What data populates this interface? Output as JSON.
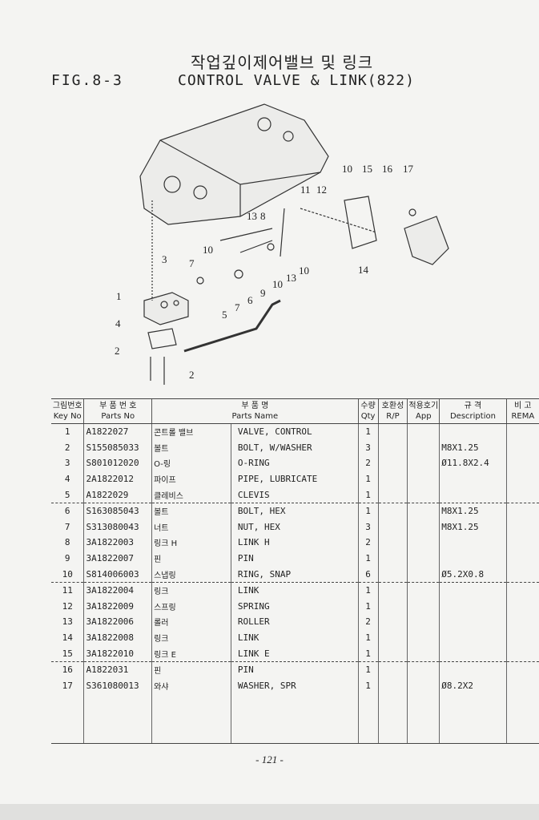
{
  "header": {
    "title_kr": "작업깊이제어밸브 및 링크",
    "fig_label": "FIG.8-3",
    "title_en": "CONTROL VALVE & LINK(822)"
  },
  "diagram": {
    "callouts": [
      "10",
      "15",
      "16",
      "17",
      "11",
      "12",
      "13",
      "8",
      "10",
      "3",
      "7",
      "10",
      "13",
      "10",
      "14",
      "1",
      "5",
      "7",
      "6",
      "9",
      "4",
      "2",
      "2"
    ]
  },
  "table": {
    "headers": [
      {
        "kr": "그림번호",
        "en": "Key No"
      },
      {
        "kr": "부 품 번 호",
        "en": "Parts No"
      },
      {
        "kr": "",
        "en": ""
      },
      {
        "kr": "부 품 명",
        "en": "Parts Name"
      },
      {
        "kr": "수량",
        "en": "Qty"
      },
      {
        "kr": "호환성",
        "en": "R/P"
      },
      {
        "kr": "적용호기",
        "en": "App"
      },
      {
        "kr": "규 격",
        "en": "Description"
      },
      {
        "kr": "비 고",
        "en": "REMA"
      }
    ],
    "rows": [
      {
        "key": "1",
        "part_no": "A1822027",
        "name_kr": "콘트롤 밸브",
        "name": "VALVE, CONTROL",
        "qty": "1",
        "desc": ""
      },
      {
        "key": "2",
        "part_no": "S155085033",
        "name_kr": "볼트",
        "name": "BOLT, W/WASHER",
        "qty": "3",
        "desc": "M8X1.25"
      },
      {
        "key": "3",
        "part_no": "S801012020",
        "name_kr": "O-링",
        "name": "O-RING",
        "qty": "2",
        "desc": "Ø11.8X2.4"
      },
      {
        "key": "4",
        "part_no": "2A1822012",
        "name_kr": "파이프",
        "name": "PIPE, LUBRICATE",
        "qty": "1",
        "desc": ""
      },
      {
        "key": "5",
        "part_no": "A1822029",
        "name_kr": "클레비스",
        "name": "CLEVIS",
        "qty": "1",
        "desc": ""
      },
      {
        "key": "6",
        "part_no": "S163085043",
        "name_kr": "볼트",
        "name": "BOLT, HEX",
        "qty": "1",
        "desc": "M8X1.25"
      },
      {
        "key": "7",
        "part_no": "S313080043",
        "name_kr": "너트",
        "name": "NUT, HEX",
        "qty": "3",
        "desc": "M8X1.25"
      },
      {
        "key": "8",
        "part_no": "3A1822003",
        "name_kr": "링크 H",
        "name": "LINK H",
        "qty": "2",
        "desc": ""
      },
      {
        "key": "9",
        "part_no": "3A1822007",
        "name_kr": "핀",
        "name": "PIN",
        "qty": "1",
        "desc": ""
      },
      {
        "key": "10",
        "part_no": "S814006003",
        "name_kr": "스냅링",
        "name": "RING, SNAP",
        "qty": "6",
        "desc": "Ø5.2X0.8"
      },
      {
        "key": "11",
        "part_no": "3A1822004",
        "name_kr": "링크",
        "name": "LINK",
        "qty": "1",
        "desc": ""
      },
      {
        "key": "12",
        "part_no": "3A1822009",
        "name_kr": "스프링",
        "name": "SPRING",
        "qty": "1",
        "desc": ""
      },
      {
        "key": "13",
        "part_no": "3A1822006",
        "name_kr": "롤러",
        "name": "ROLLER",
        "qty": "2",
        "desc": ""
      },
      {
        "key": "14",
        "part_no": "3A1822008",
        "name_kr": "링크",
        "name": "LINK",
        "qty": "1",
        "desc": ""
      },
      {
        "key": "15",
        "part_no": "3A1822010",
        "name_kr": "링크 E",
        "name": "LINK E",
        "qty": "1",
        "desc": ""
      },
      {
        "key": "16",
        "part_no": "A1822031",
        "name_kr": "핀",
        "name": "PIN",
        "qty": "1",
        "desc": ""
      },
      {
        "key": "17",
        "part_no": "S361080013",
        "name_kr": "와샤",
        "name": "WASHER, SPR",
        "qty": "1",
        "desc": "Ø8.2X2"
      }
    ]
  },
  "footer": {
    "page_number": "- 121 -"
  }
}
